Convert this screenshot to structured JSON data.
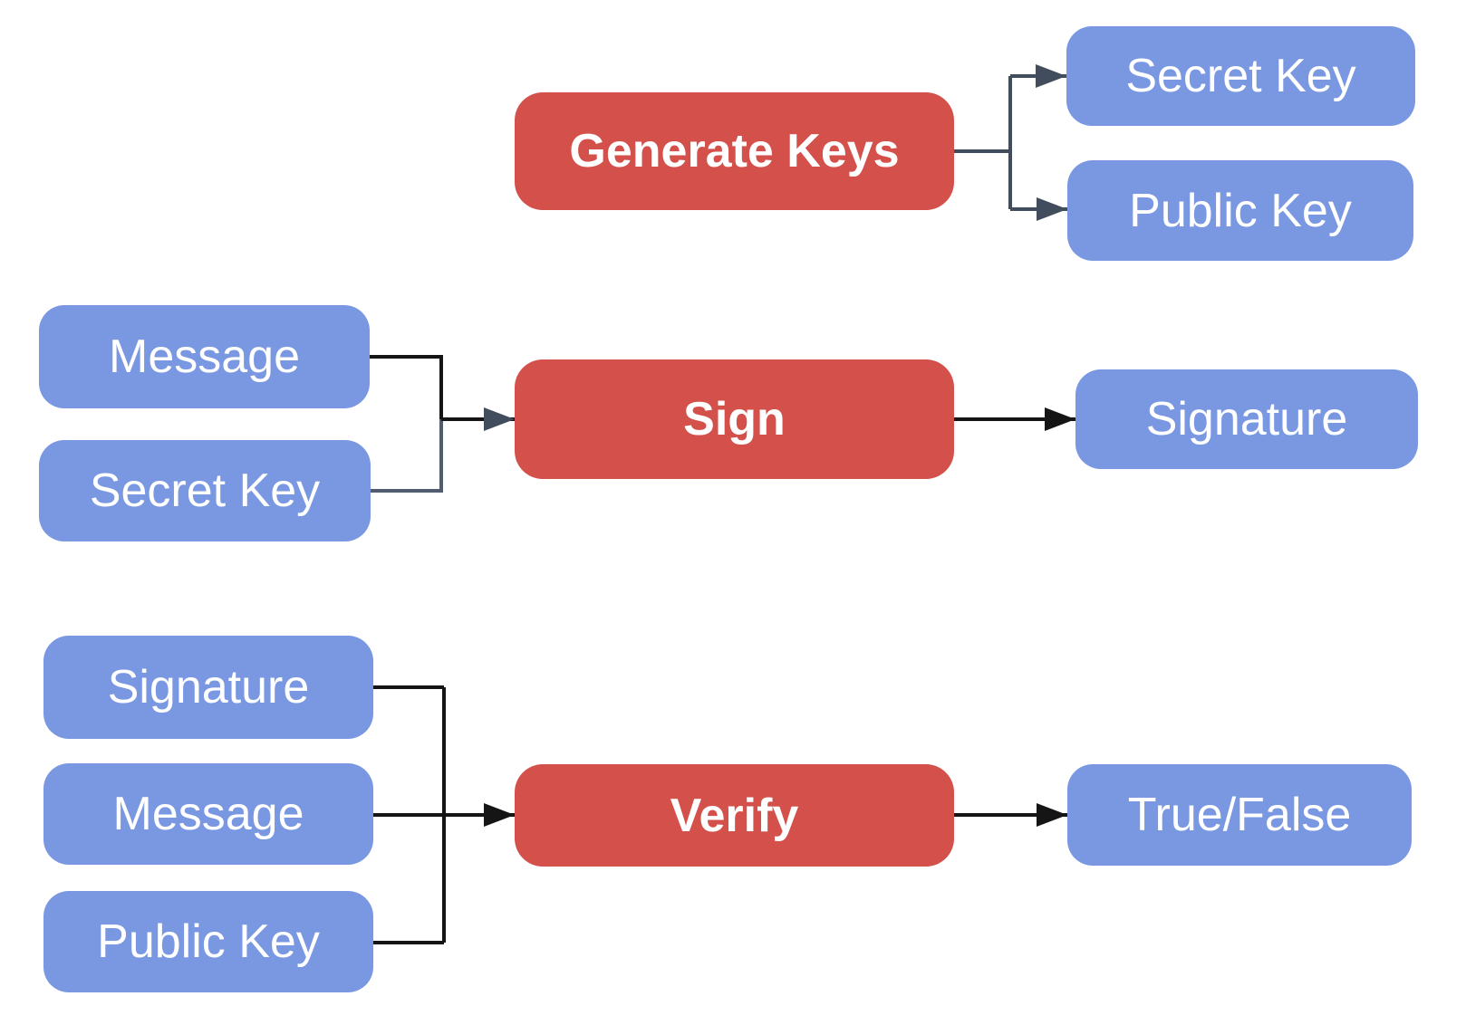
{
  "colors": {
    "canvas_bg": "#ffffff",
    "process_fill": "#d4504a",
    "data_fill": "#7a97e2",
    "label_text": "#ffffff",
    "connector_black": "#151515",
    "connector_slate": "#414d5c",
    "connector_gray": "#515c6e"
  },
  "nodes": {
    "generate_keys": "Generate Keys",
    "secret_key_top": "Secret Key",
    "public_key_top": "Public Key",
    "message_sign": "Message",
    "secret_key_sign": "Secret Key",
    "sign": "Sign",
    "signature_sign": "Signature",
    "signature_verify": "Signature",
    "message_verify": "Message",
    "public_key_verify": "Public Key",
    "verify": "Verify",
    "true_false": "True/False"
  },
  "edges": [
    {
      "from": "Generate Keys",
      "to": "Secret Key"
    },
    {
      "from": "Generate Keys",
      "to": "Public Key"
    },
    {
      "from": "Message",
      "to": "Sign"
    },
    {
      "from": "Secret Key",
      "to": "Sign"
    },
    {
      "from": "Sign",
      "to": "Signature"
    },
    {
      "from": "Signature",
      "to": "Verify"
    },
    {
      "from": "Message",
      "to": "Verify"
    },
    {
      "from": "Public Key",
      "to": "Verify"
    },
    {
      "from": "Verify",
      "to": "True/False"
    }
  ]
}
